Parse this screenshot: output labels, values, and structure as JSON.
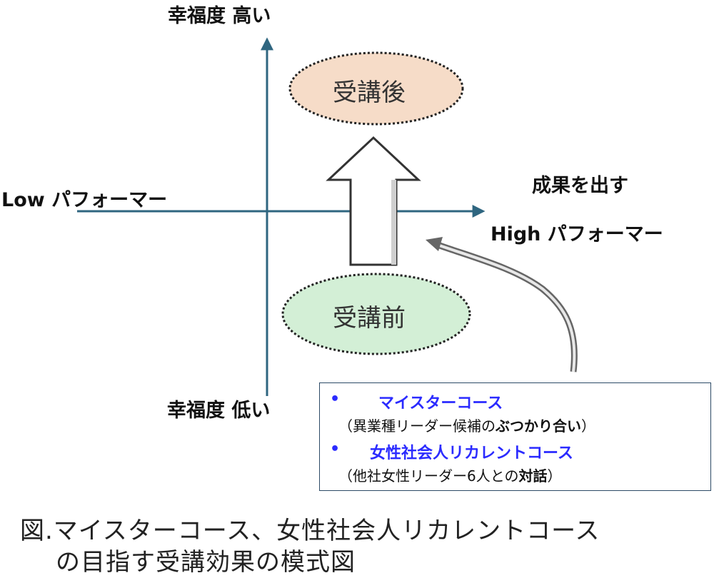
{
  "axes": {
    "y_top": "幸福度 高い",
    "y_bottom": "幸福度 低い",
    "x_left": "Low パフォーマー",
    "x_right_line1": "成果を出す",
    "x_right_line2": "High パフォーマー"
  },
  "states": {
    "after": "受講後",
    "before": "受講前"
  },
  "legend": {
    "items": [
      {
        "bullet": "•",
        "title": "マイスターコース",
        "desc_prefix": "（異業種リーダー候補の",
        "desc_bold": "ぶつかり合い",
        "desc_suffix": "）"
      },
      {
        "bullet": "•",
        "title": "女性社会人リカレントコース",
        "desc_prefix": "（他社女性リーダー6人との",
        "desc_bold": "対話",
        "desc_suffix": "）"
      }
    ]
  },
  "caption": {
    "line1": "図.マイスターコース、女性社会人リカレントコース",
    "line2": "の目指す受講効果の模式図"
  },
  "colors": {
    "axis": "#2f6680",
    "after_fill": "#f6dcc8",
    "before_fill": "#d3efd6",
    "legend_title": "#2b2bff"
  }
}
